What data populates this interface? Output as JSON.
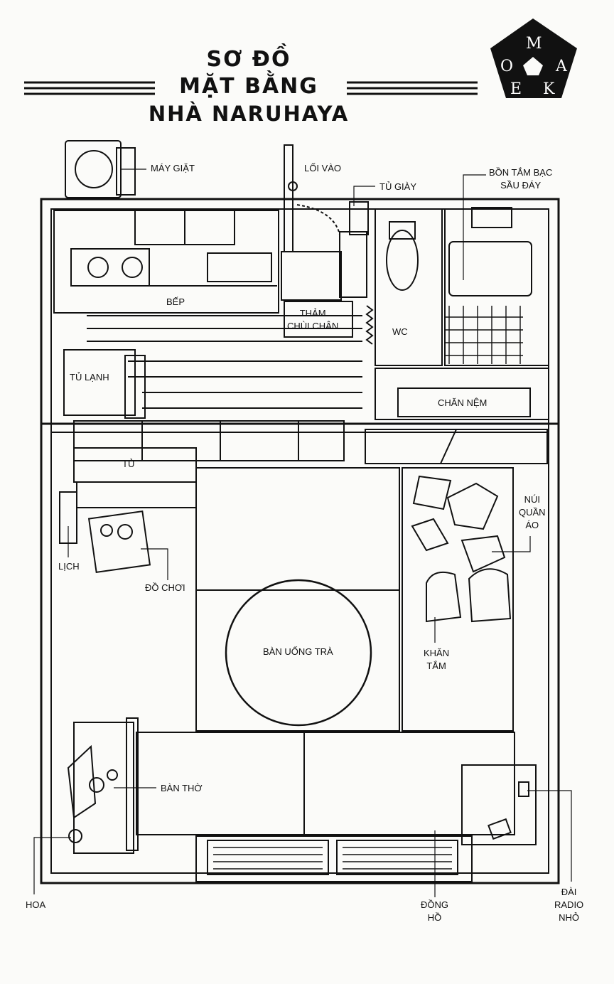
{
  "title": {
    "line1": "SƠ ĐỒ",
    "line2": "MẶT BẰNG",
    "line3": "NHÀ NARUHAYA"
  },
  "logo": {
    "letters": [
      "O",
      "M",
      "A",
      "E",
      "K"
    ]
  },
  "labels": {
    "washing_machine": "MÁY GIẶT",
    "entrance": "LỐI VÀO",
    "shoe_cabinet": "TỦ GIÀY",
    "bathtub": [
      "BỒN TẮM BẠC",
      "SẦU ĐÁY"
    ],
    "kitchen": "BẾP",
    "doormat": [
      "THẢM",
      "CHÙI CHÂN"
    ],
    "wc": "WC",
    "fridge": "TỦ LẠNH",
    "futon": "CHĂN NỆM",
    "cabinet": "TỦ",
    "clothes_pile": [
      "NÚI",
      "QUẦN",
      "ÁO"
    ],
    "calendar": "LỊCH",
    "toys": "ĐỒ CHƠI",
    "tea_table": "BÀN UỐNG TRÀ",
    "towel": [
      "KHĂN",
      "TẮM"
    ],
    "altar": "BÀN THỜ",
    "flower": "HOA",
    "clock": [
      "ĐỒNG",
      "HỒ"
    ],
    "radio": [
      "ĐÀI",
      "RADIO",
      "NHỎ"
    ]
  },
  "colors": {
    "ink": "#111111",
    "paper": "#fbfbf9"
  }
}
